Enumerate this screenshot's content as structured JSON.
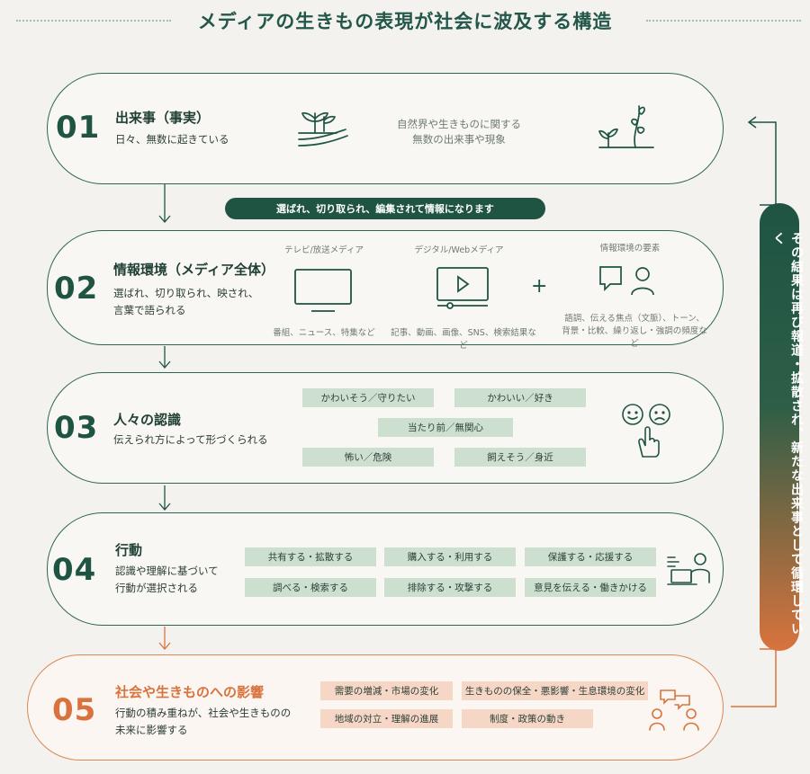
{
  "title": "メディアの生きもの表現が社会に波及する構造",
  "loop_text": "その結果は再び報道・拡散され、新たな出来事として循環していく",
  "connector_label": "選ばれ、切り取られ、編集されて情報になります",
  "colors": {
    "green": "#1f5443",
    "orange": "#d9733d",
    "green_tag": "#cde0cf",
    "orange_tag": "#f6d7c6"
  },
  "steps": [
    {
      "num": "01",
      "title": "出来事（事実）",
      "desc": [
        "日々、無数に起きている"
      ],
      "note": [
        "自然界や生きものに関する",
        "無数の出来事や現象"
      ],
      "icons": [
        "plant-field-icon",
        "sprout-icon"
      ]
    },
    {
      "num": "02",
      "title": "情報環境（メディア全体）",
      "desc": [
        "選ばれ、切り取られ、映され、",
        "言葉で語られる"
      ],
      "groups": [
        {
          "label": "テレビ/放送メディア",
          "caption": "番組、ニュース、特集など",
          "icon": "tv-icon"
        },
        {
          "label": "デジタル/Webメディア",
          "caption": "記事、動画、画像、SNS、検索結果など",
          "icon": "video-player-icon"
        },
        {
          "label": "情報環境の要素",
          "caption": [
            "語調、伝える焦点（文脈）、トーン、",
            "背景・比較、繰り返し・強調の頻度など"
          ],
          "icon": "speech-person-icon"
        }
      ],
      "plus": "+"
    },
    {
      "num": "03",
      "title": "人々の認識",
      "desc": [
        "伝えられ方によって形づくられる"
      ],
      "tags": [
        "かわいそう／守りたい",
        "かわいい／好き",
        "当たり前／無関心",
        "怖い／危険",
        "飼えそう／身近"
      ],
      "icon": "emotion-choice-icon"
    },
    {
      "num": "04",
      "title": "行動",
      "desc": [
        "認識や理解に基づいて",
        "行動が選択される"
      ],
      "tags": [
        "共有する・拡散する",
        "購入する・利用する",
        "保護する・応援する",
        "調べる・検索する",
        "排除する・攻撃する",
        "意見を伝える・働きかける"
      ],
      "icon": "computer-user-icon"
    },
    {
      "num": "05",
      "title": "社会や生きものへの影響",
      "desc": [
        "行動の積み重ねが、社会や生きものの",
        "未来に影響する"
      ],
      "tags": [
        "需要の増減・市場の変化",
        "生きものの保全・悪影響・生息環境の変化",
        "地域の対立・理解の進展",
        "制度・政策の動き"
      ],
      "icon": "people-discussion-icon"
    }
  ]
}
